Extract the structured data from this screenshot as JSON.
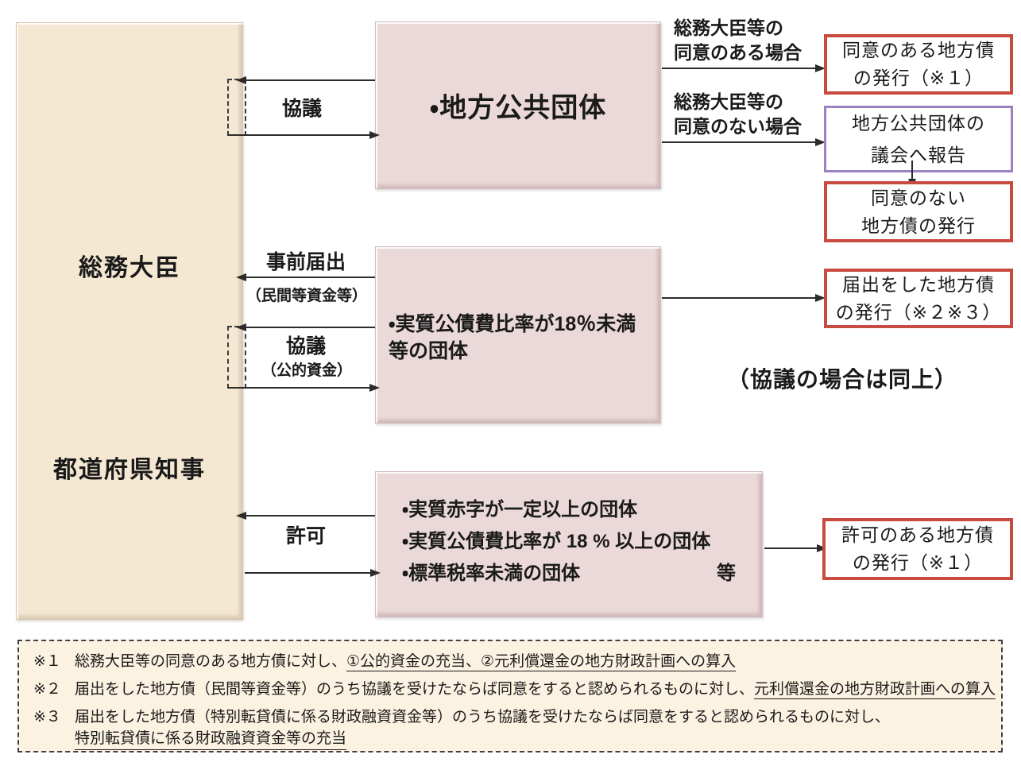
{
  "colors": {
    "beige_box": "#f5e8d3",
    "pink_box": "#ebd9d9",
    "outcome_red_border": "#c94a40",
    "report_purple_border": "#9b80c2",
    "note_bg": "#fcf2e2",
    "line": "#2b2b2b"
  },
  "left_panel": {
    "minister": "総務大臣",
    "governor": "都道府県知事"
  },
  "top_flow": {
    "kyogi_label": "協議",
    "entity_box": "・地方公共団体",
    "case_agree": "総務大臣等の\n同意のある場合",
    "case_disagree": "総務大臣等の\n同意のない場合",
    "agree_box": "同意のある地方債\nの発行（※１）",
    "report_box": "地方公共団体の\n議会へ報告",
    "disagree_box": "同意のない\n地方債の発行"
  },
  "mid_flow": {
    "jizen_label": "事前届出",
    "minkan_label": "（民間等資金等）",
    "kyogi_label": "協議",
    "koteki_label": "（公的資金）",
    "entity_box": "・実質公債費比率が18％未満\n等の団体",
    "todokede_box": "届出をした地方債\nの発行（※２※３）",
    "dojo_note": "（協議の場合は同上）"
  },
  "bottom_flow": {
    "kyoka_label": "許可",
    "entity_lines": [
      "・実質赤字が一定以上の団体",
      "・実質公債費比率が 18 % 以上の団体",
      "・標準税率未満の団体"
    ],
    "etc_suffix": "等",
    "kyoka_box": "許可のある地方債\nの発行（※１）"
  },
  "footnotes": {
    "n1": {
      "marker": "※１",
      "lead": "総務大臣等の同意のある地方債に対し、",
      "underline": "①公的資金の充当、②元利償還金の地方財政計画への算入"
    },
    "n2": {
      "marker": "※２",
      "lead": "届出をした地方債（民間等資金等）のうち協議を受けたならば同意をすると認められるものに対し、",
      "underline": "元利償還金の地方財政計画への算入"
    },
    "n3": {
      "marker": "※３",
      "lead": "届出をした地方債（特別転貸債に係る財政融資資金等）のうち協議を受けたならば同意をすると認められるものに対し、",
      "underline_line2": "特別転貸債に係る財政融資資金等の充当"
    }
  }
}
